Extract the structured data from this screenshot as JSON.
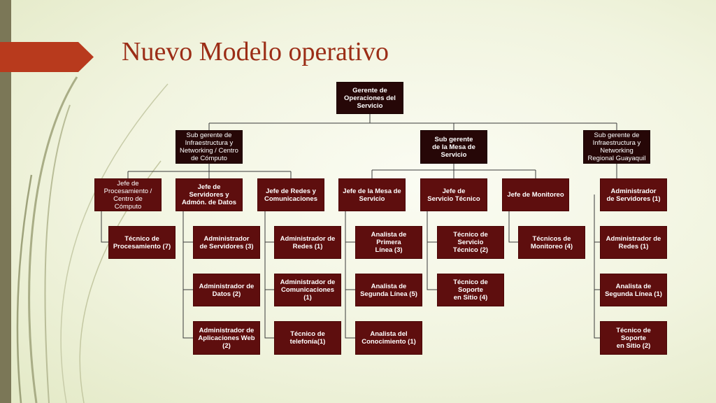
{
  "title": "Nuevo Modelo operativo",
  "colors": {
    "title": "#9b2d16",
    "accent": "#b83a1d",
    "box": "#5e0e0e",
    "box_dark": "#260707",
    "sidebar": "#7b7757"
  },
  "org": {
    "ceo": "Gerente de\nOperaciones del\nServicio",
    "sub1": "Sub gerente de\nInfraestructura y\nNetworking / Centro\nde Cómputo",
    "sub2": "Sub gerente\nde la Mesa de\nServicio",
    "sub3": "Sub gerente de\nInfraestructura y\nNetworking\nRegional Guayaquil",
    "j_proc": "Jefe de\nProcesamiento /\nCentro de\nCómputo",
    "j_serv": "Jefe de\nServidores y\nAdmón. de Datos",
    "j_redes": "Jefe de Redes y\nComunicaciones",
    "j_mesa": "Jefe de la Mesa de\nServicio",
    "j_tec": "Jefe de\nServicio Técnico",
    "j_mon": "Jefe de Monitoreo",
    "reg_adm_serv": "Administrador\nde Servidores (1)",
    "proc_tec": "Técnico de\nProcesamiento  (7)",
    "serv_adm": "Administrador\nde Servidores (3)",
    "serv_datos": "Administrador de\nDatos (2)",
    "serv_apps": "Administrador de\nAplicaciones Web\n(2)",
    "redes_adm": "Administrador de\nRedes (1)",
    "redes_com": "Administrador de\nComunicaciones (1)",
    "redes_tel": "Técnico de\ntelefonía(1)",
    "mesa_a1": "Analista de Primera\nLínea (3)",
    "mesa_a2": "Analista de\nSegunda Línea  (5)",
    "mesa_a3": "Analista del\nConocimiento (1)",
    "tec_t1": "Técnico de Servicio\nTécnico (2)",
    "tec_t2": "Técnico de Soporte\nen Sitio (4)",
    "mon_t": "Técnicos de\nMonitoreo (4)",
    "reg_redes": "Administrador de\nRedes (1)",
    "reg_a2": "Analista de\nSegunda Línea (1)",
    "reg_sop": "Técnico de Soporte\nen Sitio (2)"
  }
}
